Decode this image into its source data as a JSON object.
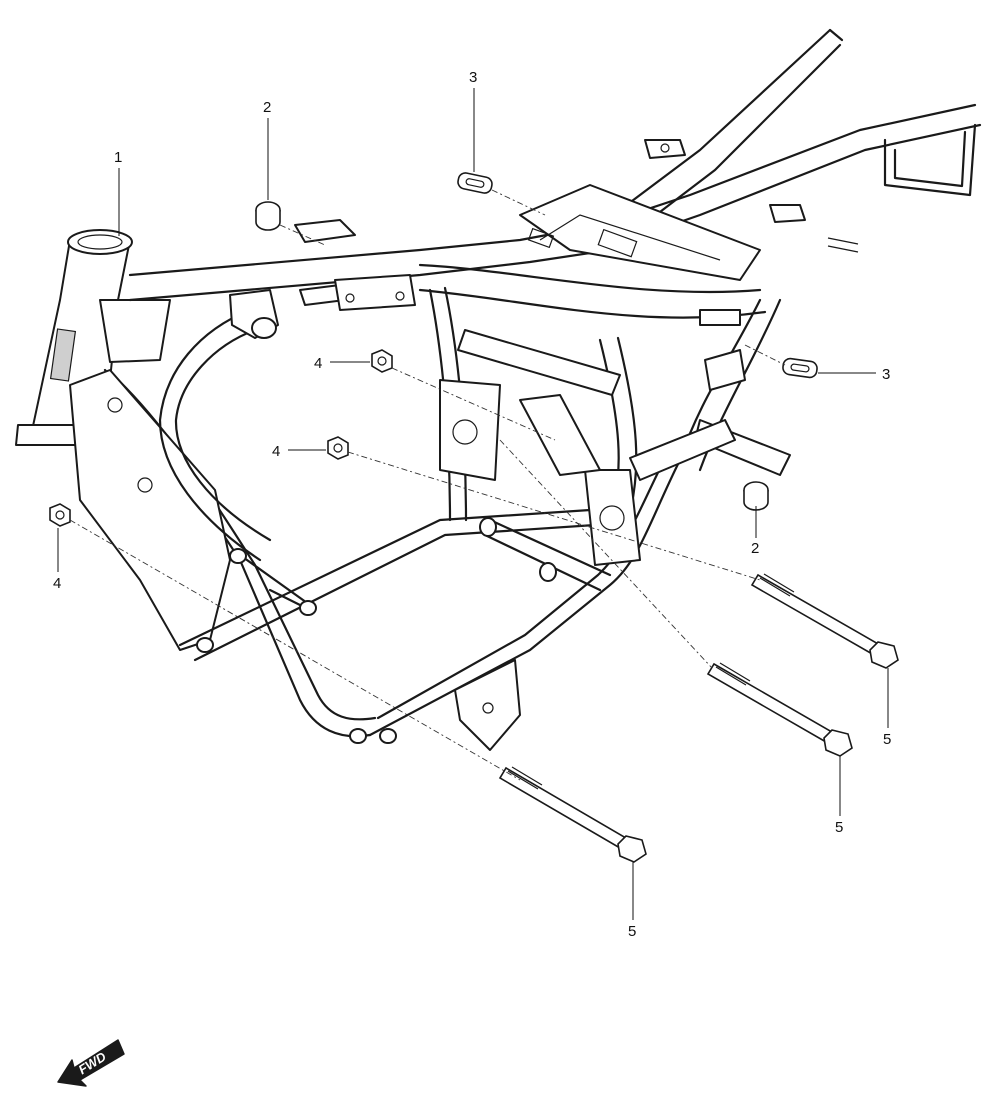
{
  "callouts": [
    {
      "id": "c1",
      "label": "1"
    },
    {
      "id": "c2a",
      "label": "2"
    },
    {
      "id": "c2b",
      "label": "2"
    },
    {
      "id": "c3a",
      "label": "3"
    },
    {
      "id": "c3b",
      "label": "3"
    },
    {
      "id": "c4a",
      "label": "4"
    },
    {
      "id": "c4b",
      "label": "4"
    },
    {
      "id": "c4c",
      "label": "4"
    },
    {
      "id": "c5a",
      "label": "5"
    },
    {
      "id": "c5b",
      "label": "5"
    },
    {
      "id": "c5c",
      "label": "5"
    }
  ],
  "direction_arrow": {
    "label": "FWD",
    "icon": "forward-arrow-icon"
  }
}
